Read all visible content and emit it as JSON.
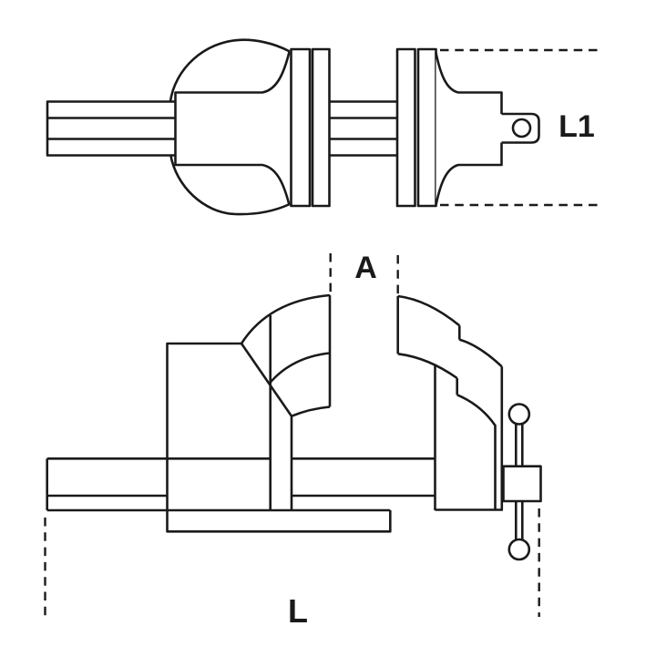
{
  "figure": {
    "kind": "technical line drawing",
    "subject": "bench vise, two orthographic views",
    "labels": {
      "l1": "L1",
      "a": "A",
      "l": "L"
    }
  },
  "colors": {
    "line": "#1a1a1a",
    "background": "#ffffff"
  }
}
